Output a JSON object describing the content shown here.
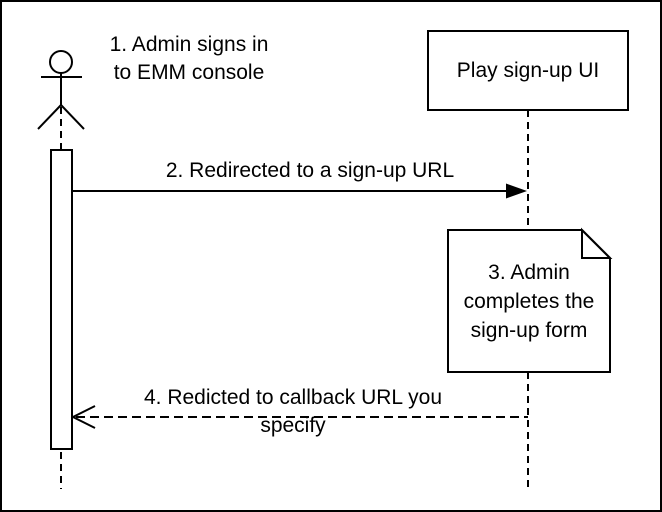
{
  "colors": {
    "line": "#000000",
    "background": "#ffffff",
    "note_fill": "#ffffff",
    "note_fold_fill": "#f5f5f5"
  },
  "participants": {
    "play_signup_ui": {
      "label": "Play sign-up UI"
    }
  },
  "messages": {
    "step1": {
      "label": "1. Admin signs in\nto EMM console"
    },
    "step2": {
      "label": "2. Redirected to a sign-up URL"
    },
    "step3_note": {
      "label": "3. Admin\ncompletes the\nsign-up form"
    },
    "step4": {
      "label": "4. Redicted to callback URL you specify"
    }
  }
}
